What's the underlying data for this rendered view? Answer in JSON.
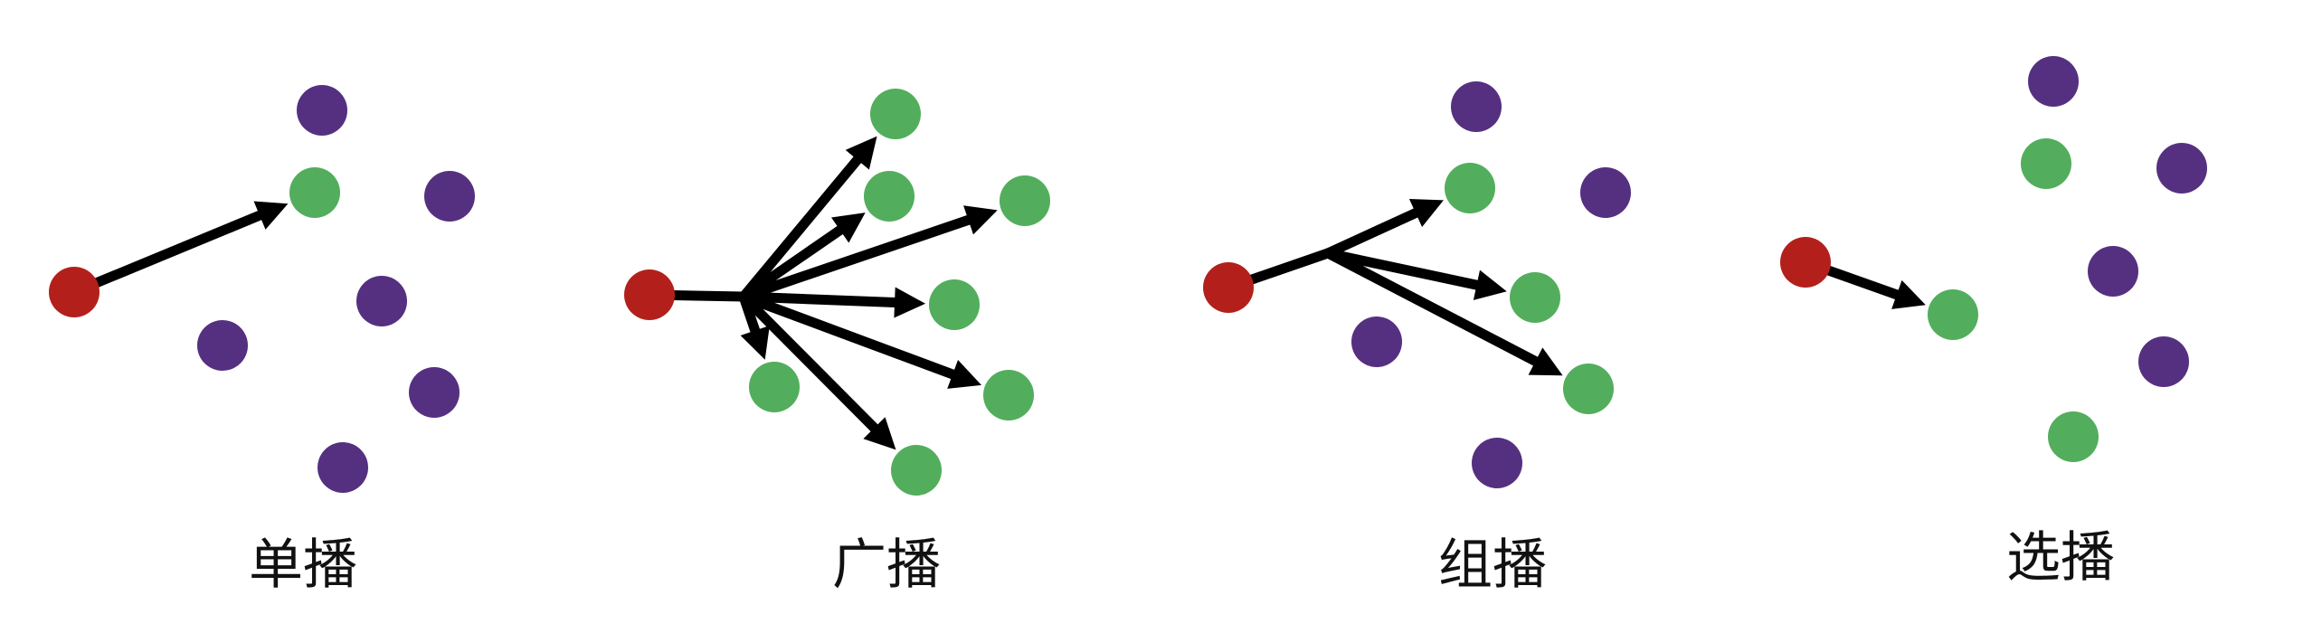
{
  "colors": {
    "sender": "#b3201b",
    "receiver": "#52ae5c",
    "non_receiver": "#553080",
    "arrow": "#000000"
  },
  "panels": [
    {
      "id": "unicast",
      "label": "单播"
    },
    {
      "id": "broadcast",
      "label": "广播"
    },
    {
      "id": "multicast",
      "label": "组播"
    },
    {
      "id": "anycast",
      "label": "选播"
    }
  ]
}
